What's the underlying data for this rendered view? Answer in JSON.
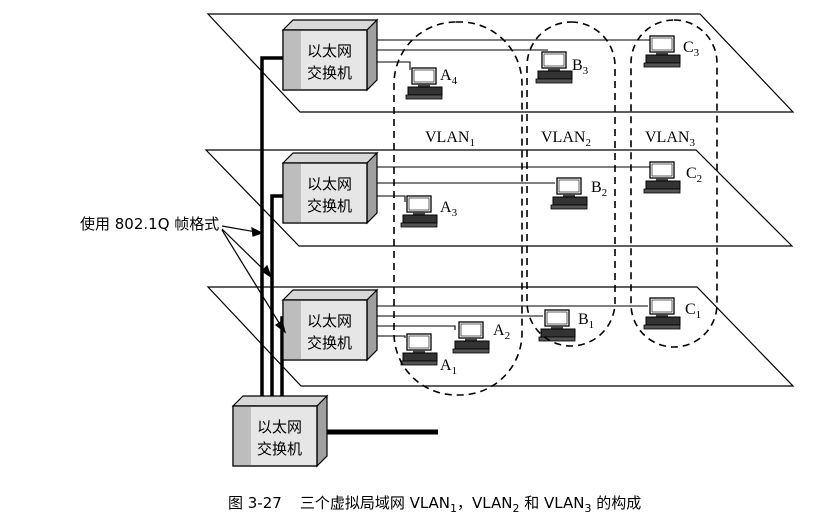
{
  "switch_label_line1": "以太网",
  "switch_label_line2": "交换机",
  "annotation": "使用 802.1Q 帧格式",
  "vlans": [
    {
      "name": "VLAN",
      "sub": "1"
    },
    {
      "name": "VLAN",
      "sub": "2"
    },
    {
      "name": "VLAN",
      "sub": "3"
    }
  ],
  "hosts": {
    "a4": {
      "name": "A",
      "sub": "4"
    },
    "a3": {
      "name": "A",
      "sub": "3"
    },
    "a2": {
      "name": "A",
      "sub": "2"
    },
    "a1": {
      "name": "A",
      "sub": "1"
    },
    "b3": {
      "name": "B",
      "sub": "3"
    },
    "b2": {
      "name": "B",
      "sub": "2"
    },
    "b1": {
      "name": "B",
      "sub": "1"
    },
    "c3": {
      "name": "C",
      "sub": "3"
    },
    "c2": {
      "name": "C",
      "sub": "2"
    },
    "c1": {
      "name": "C",
      "sub": "1"
    }
  },
  "caption": {
    "figure": "图 3-27",
    "text_part1": "三个虚拟局域网 VLAN",
    "sub1": "1",
    "text_part2": "，VLAN",
    "sub2": "2",
    "text_part3": " 和 VLAN",
    "sub3": "3",
    "text_part4": " 的构成"
  }
}
